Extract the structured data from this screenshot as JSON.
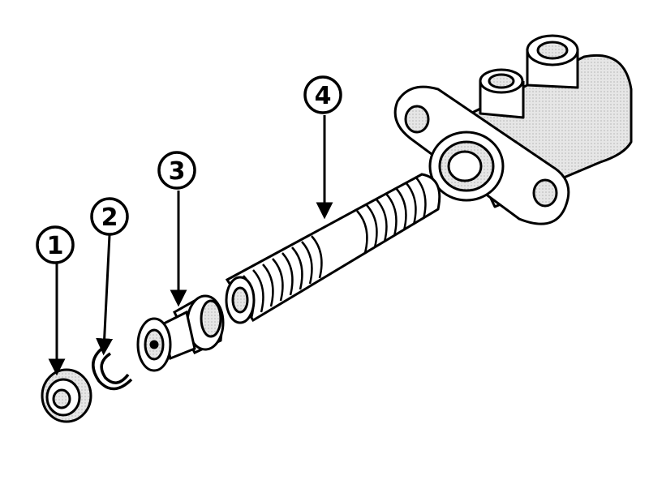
{
  "diagram": {
    "callouts": [
      {
        "id": "1",
        "label": "1"
      },
      {
        "id": "2",
        "label": "2"
      },
      {
        "id": "3",
        "label": "3"
      },
      {
        "id": "4",
        "label": "4"
      }
    ],
    "colors": {
      "ink": "#000000",
      "paper": "#ffffff",
      "shade": "#d9d9d9"
    }
  }
}
